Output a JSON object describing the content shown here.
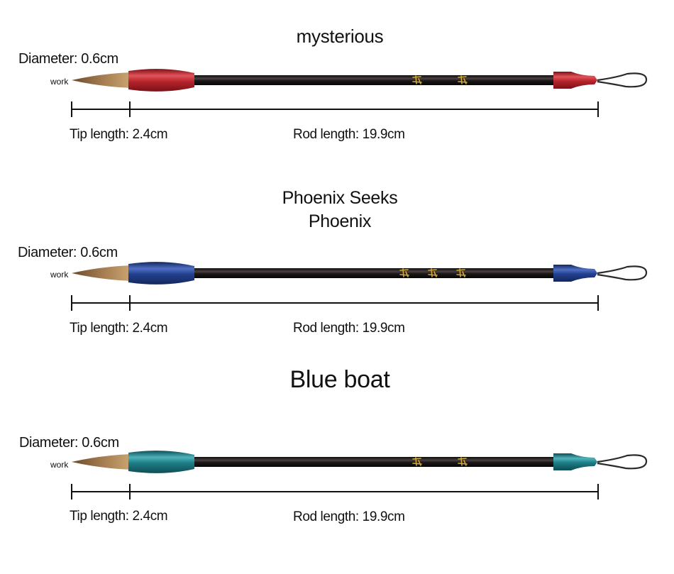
{
  "brushes": [
    {
      "title": "mysterious",
      "diameter": "Diameter: 0.6cm",
      "work": "work",
      "tip_length": "Tip length: 2.4cm",
      "rod_length": "Rod length: 19.9cm",
      "colors": {
        "grip": "#b8252d",
        "grip_light": "#e0545a",
        "grip_dark": "#7a1016"
      },
      "glyph_count": 2
    },
    {
      "title_line1": "Phoenix Seeks",
      "title_line2": "Phoenix",
      "diameter": "Diameter: 0.6cm",
      "work": "work",
      "tip_length": "Tip length: 2.4cm",
      "rod_length": "Rod length: 19.9cm",
      "colors": {
        "grip": "#23408f",
        "grip_light": "#4f6fc4",
        "grip_dark": "#14275c"
      },
      "glyph_count": 3
    },
    {
      "title": "Blue boat",
      "diameter": "Diameter: 0.6cm",
      "work": "work",
      "tip_length": "Tip length: 2.4cm",
      "rod_length": "Rod length: 19.9cm",
      "colors": {
        "grip": "#1e7d86",
        "grip_light": "#4fb3bb",
        "grip_dark": "#0e4d55"
      },
      "glyph_count": 2
    }
  ]
}
